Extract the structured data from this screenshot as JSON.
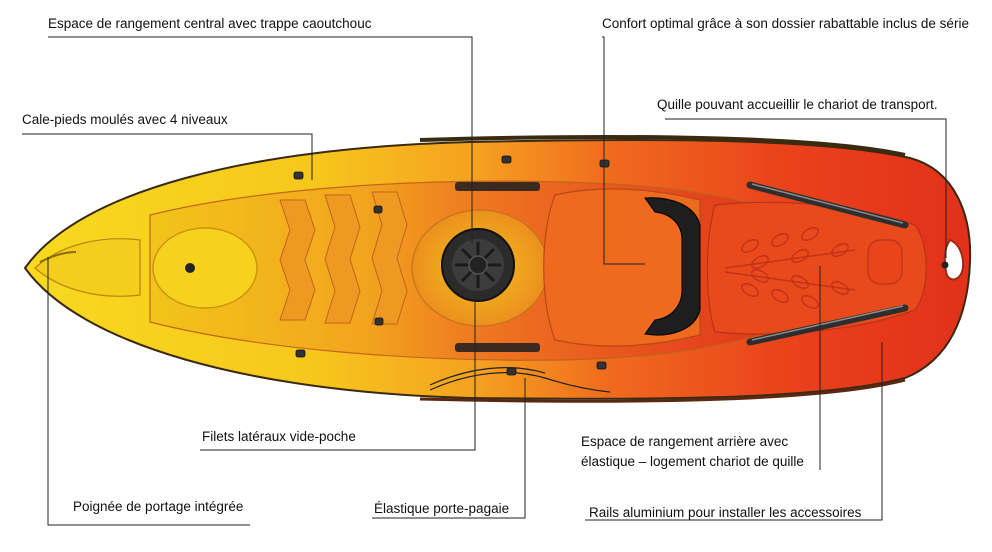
{
  "labels": {
    "central_storage": "Espace de rangement central avec trappe caoutchouc",
    "footrests": "Cale-pieds moulés avec 4 niveaux",
    "side_nets": "Filets latéraux vide-poche",
    "carry_handle": "Poignée de portage intégrée",
    "paddle_elastic": "Élastique porte-pagaie",
    "comfort": "Confort optimal grâce à son dossier rabattable inclus de série",
    "keel": "Quille pouvant accueillir le chariot de transport.",
    "rear_storage_line1": "Espace de rangement arrière avec",
    "rear_storage_line2": "élastique – logement chariot de quille",
    "rails": "Rails aluminium pour installer les accessoires"
  },
  "colors": {
    "hull_yellow": "#F4D21A",
    "hull_orange": "#F5901E",
    "hull_red": "#E8361B",
    "hatch": "#2B2B2B",
    "rail": "#3A3A3A"
  }
}
